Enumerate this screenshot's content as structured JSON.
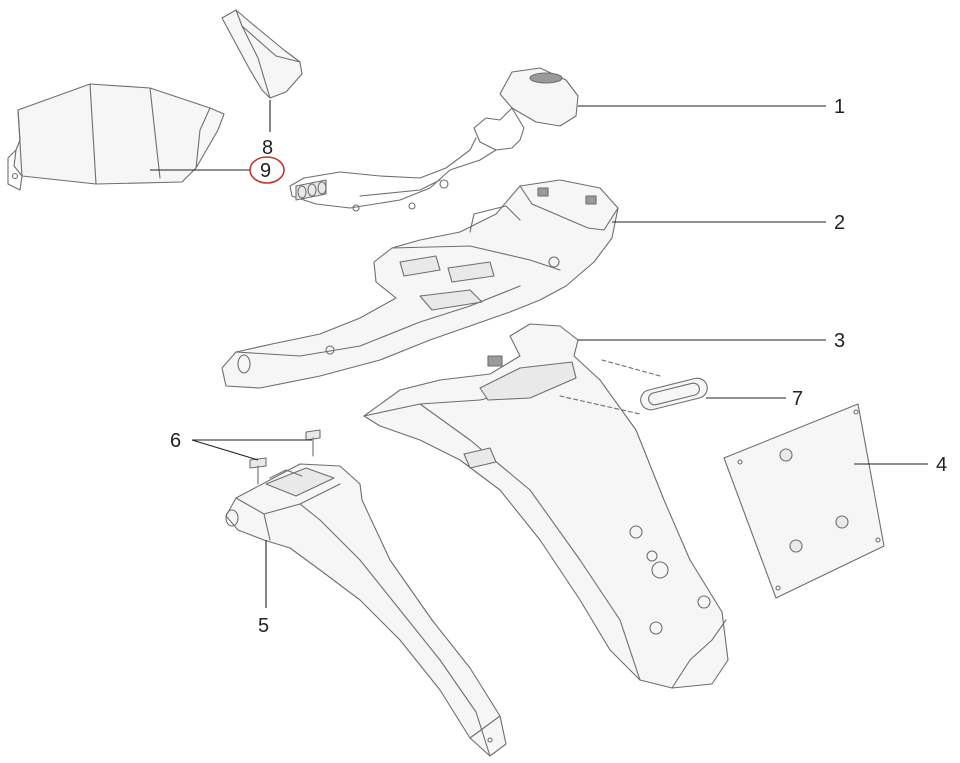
{
  "callouts": {
    "c1": "1",
    "c2": "2",
    "c3": "3",
    "c4": "4",
    "c5": "5",
    "c6": "6",
    "c7": "7",
    "c8": "8",
    "c9": "9"
  },
  "colors": {
    "line": "#6e6e6e",
    "text": "#222222",
    "highlight": "#c0392b"
  },
  "highlighted_callout": "9"
}
